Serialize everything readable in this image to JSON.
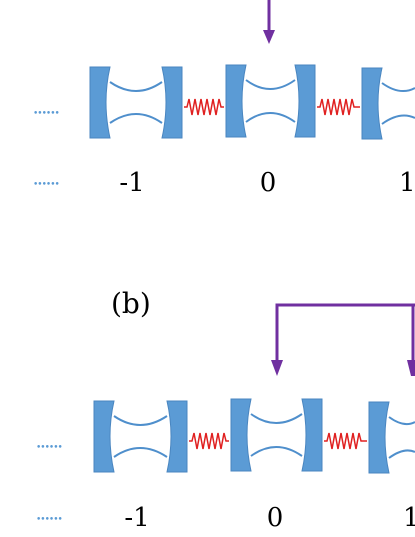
{
  "panels": [
    {
      "id": "a",
      "panel_label": "",
      "site_labels": [
        "-1",
        "0",
        "1"
      ],
      "dots": "••••••"
    },
    {
      "id": "b",
      "panel_label": "(b)",
      "site_labels": [
        "-1",
        "0",
        "1"
      ],
      "dots": "••••••"
    }
  ],
  "colors": {
    "mirror": "#5b9bd5",
    "mirror_edge": "#4a86c0",
    "mode_line": "#4f8fcc",
    "spring": "#e02020",
    "arrow": "#7030a0",
    "dots": "#5b9bd5",
    "text": "#000000"
  },
  "icons": {
    "cavity": "optical-cavity",
    "coupling": "spring",
    "drive": "arrow-down"
  }
}
